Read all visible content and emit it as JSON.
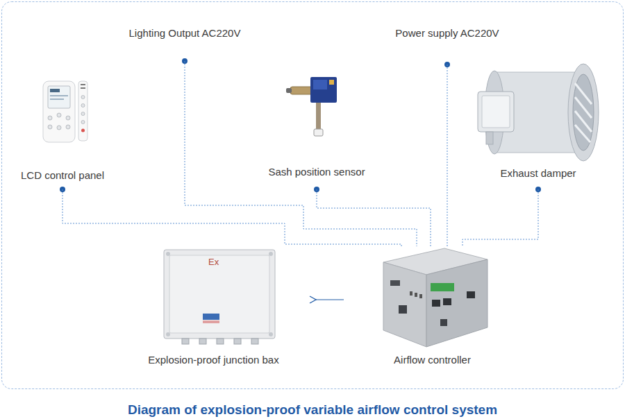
{
  "diagram": {
    "title": "Diagram of explosion-proof variable airflow control system",
    "nodes": [
      {
        "text": [
          "Lighting Output AC220V"
        ]
      },
      {
        "text": [
          "Power supply AC220V"
        ]
      },
      {
        "text": [
          "LCD control panel"
        ]
      },
      {
        "text": [
          "Sash position sensor"
        ]
      },
      {
        "text": [
          "Exhaust damper"
        ]
      },
      {
        "text": [
          "Explosion-proof junction bax"
        ]
      },
      {
        "text": [
          "Airflow controller"
        ]
      }
    ],
    "edges": [
      {
        "from": 2,
        "to": 6,
        "arrow": "none"
      },
      {
        "from": 0,
        "to": 6,
        "arrow": "none"
      },
      {
        "from": 3,
        "to": 6,
        "arrow": "none"
      },
      {
        "from": 1,
        "to": 6,
        "arrow": "none"
      },
      {
        "from": 4,
        "to": 6,
        "arrow": "none"
      },
      {
        "from": 6,
        "to": 5,
        "arrow": "to"
      }
    ],
    "labels": [
      "Ex"
    ]
  }
}
